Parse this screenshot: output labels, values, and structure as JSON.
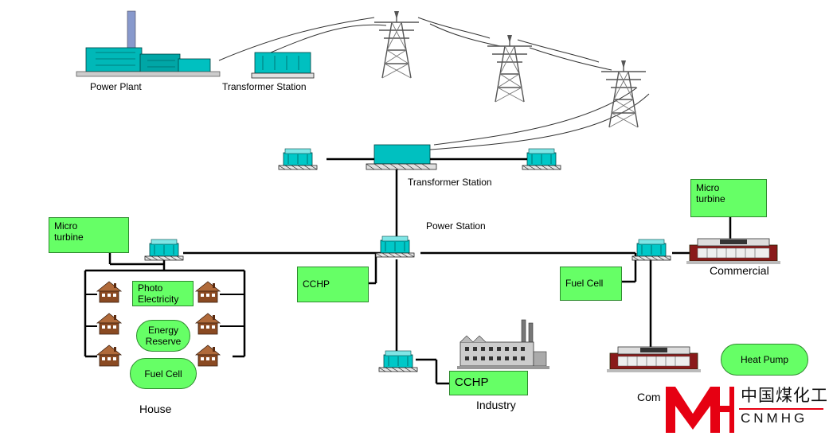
{
  "labels": {
    "power_plant": "Power Plant",
    "transformer_top": "Transformer  Station",
    "transformer_mid": "Transformer  Station",
    "power_station": "Power Station",
    "commercial_right": "Commercial",
    "commercial_bottom_partial": "Com",
    "house": "House",
    "industry": "Industry"
  },
  "boxes": {
    "micro_turbine_left": [
      "Micro",
      "turbine"
    ],
    "micro_turbine_right": [
      "Micro",
      "turbine"
    ],
    "cchp_center": "CCHP",
    "cchp_industry": "CCHP",
    "fuel_cell_right": "Fuel Cell",
    "photo_electricity": [
      "Photo",
      "Electricity"
    ]
  },
  "pills": {
    "energy_reserve": [
      "Energy",
      "Reserve"
    ],
    "fuel_cell_house": "Fuel Cell",
    "heat_pump": "Heat  Pump"
  },
  "logo": {
    "mark": "MH",
    "cn": "中国煤化工",
    "en": "CNMHG"
  },
  "colors": {
    "box_fill": "#66ff66",
    "equipment": "#00c8c8",
    "line": "#000000",
    "logo_red": "#e60012"
  },
  "icons": [
    "power-plant-icon",
    "transformer-icon",
    "pylon-icon",
    "house-icon",
    "factory-icon",
    "commercial-building-icon"
  ]
}
